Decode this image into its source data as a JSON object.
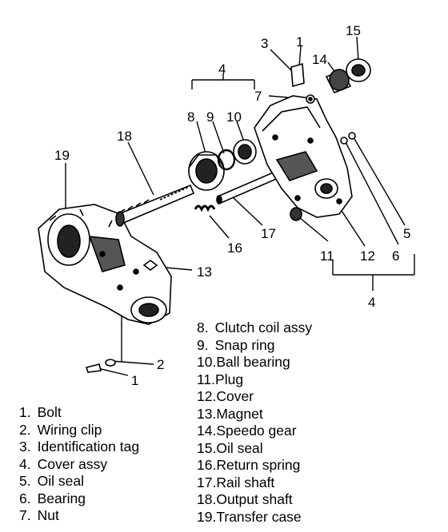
{
  "callouts": [
    "1",
    "2",
    "3",
    "4",
    "5",
    "6",
    "7",
    "8",
    "9",
    "10",
    "11",
    "12",
    "13",
    "14",
    "15",
    "16",
    "17",
    "18",
    "19"
  ],
  "callout_4_lower": "4",
  "callout_1_lower": "1",
  "callout_2_lower": "2",
  "legend": [
    {
      "num": "1.",
      "label": "Bolt"
    },
    {
      "num": "2.",
      "label": "Wiring clip"
    },
    {
      "num": "3.",
      "label": "Identification tag"
    },
    {
      "num": "4.",
      "label": "Cover assy"
    },
    {
      "num": "5.",
      "label": "Oil seal"
    },
    {
      "num": "6.",
      "label": "Bearing"
    },
    {
      "num": "7.",
      "label": "Nut"
    },
    {
      "num": "8.",
      "label": "Clutch coil assy"
    },
    {
      "num": "9.",
      "label": "Snap ring"
    },
    {
      "num": "10.",
      "label": "Ball bearing"
    },
    {
      "num": "11.",
      "label": "Plug"
    },
    {
      "num": "12.",
      "label": "Cover"
    },
    {
      "num": "13.",
      "label": "Magnet"
    },
    {
      "num": "14.",
      "label": "Speedo gear"
    },
    {
      "num": "15.",
      "label": "Oil seal"
    },
    {
      "num": "16.",
      "label": "Return spring"
    },
    {
      "num": "17.",
      "label": "Rail shaft"
    },
    {
      "num": "18.",
      "label": "Output shaft"
    },
    {
      "num": "19.",
      "label": "Transfer case"
    }
  ]
}
